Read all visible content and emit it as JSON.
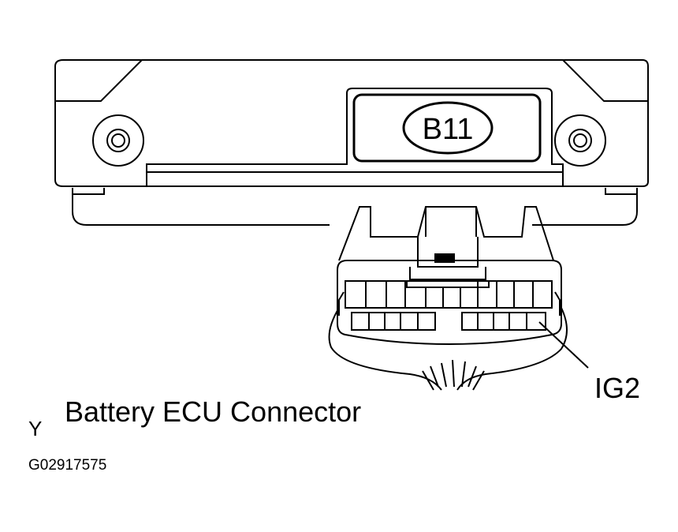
{
  "diagram": {
    "connector_code": "B11",
    "pin_label": "IG2",
    "caption": "Battery ECU Connector",
    "corner_mark": "Y",
    "figure_id": "G02917575"
  }
}
